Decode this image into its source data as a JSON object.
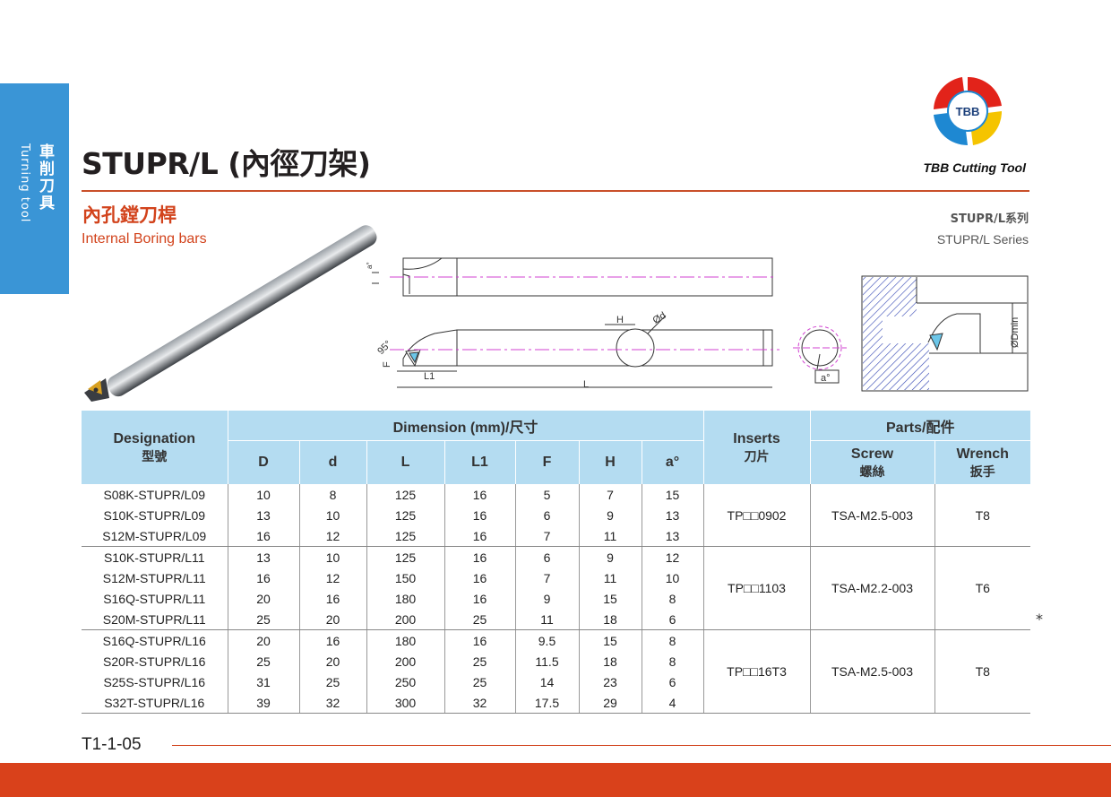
{
  "side_tab": {
    "zh": "車削刀具",
    "en": "Turning tool"
  },
  "header": {
    "title": "STUPR/L (內徑刀架)",
    "subtitle_zh": "內孔鏜刀桿",
    "subtitle_en": "Internal Boring bars",
    "series_zh": "STUPR/L系列",
    "series_en": "STUPR/L Series"
  },
  "brand": {
    "logo_text": "TBB",
    "name": "TBB Cutting Tool",
    "colors": [
      "#e2231a",
      "#f5c400",
      "#1e88d2"
    ]
  },
  "drawing_labels": {
    "a": "a°",
    "H": "H",
    "d": "Ød",
    "angle": "95°",
    "F": "F",
    "L1": "L1",
    "L": "L",
    "dmin": "ØDmin",
    "a2": "a°"
  },
  "table": {
    "header": {
      "designation": "Designation",
      "designation_zh": "型號",
      "dimension": "Dimension (mm)/尺寸",
      "cols": [
        "D",
        "d",
        "L",
        "L1",
        "F",
        "H",
        "a°"
      ],
      "inserts": "Inserts",
      "inserts_zh": "刀片",
      "parts": "Parts/配件",
      "screw": "Screw",
      "screw_zh": "螺絲",
      "wrench": "Wrench",
      "wrench_zh": "扳手"
    },
    "groups": [
      {
        "insert": "TP□□0902",
        "screw": "TSA-M2.5-003",
        "wrench": "T8",
        "rows": [
          [
            "S08K-STUPR/L09",
            "10",
            "8",
            "125",
            "16",
            "5",
            "7",
            "15"
          ],
          [
            "S10K-STUPR/L09",
            "13",
            "10",
            "125",
            "16",
            "6",
            "9",
            "13"
          ],
          [
            "S12M-STUPR/L09",
            "16",
            "12",
            "125",
            "16",
            "7",
            "11",
            "13"
          ]
        ]
      },
      {
        "insert": "TP□□1103",
        "screw": "TSA-M2.2-003",
        "wrench": "T6",
        "rows": [
          [
            "S10K-STUPR/L11",
            "13",
            "10",
            "125",
            "16",
            "6",
            "9",
            "12"
          ],
          [
            "S12M-STUPR/L11",
            "16",
            "12",
            "150",
            "16",
            "7",
            "11",
            "10"
          ],
          [
            "S16Q-STUPR/L11",
            "20",
            "16",
            "180",
            "16",
            "9",
            "15",
            "8"
          ],
          [
            "S20M-STUPR/L11",
            "25",
            "20",
            "200",
            "25",
            "11",
            "18",
            "6"
          ]
        ]
      },
      {
        "insert": "TP□□16T3",
        "screw": "TSA-M2.5-003",
        "wrench": "T8",
        "rows": [
          [
            "S16Q-STUPR/L16",
            "20",
            "16",
            "180",
            "16",
            "9.5",
            "15",
            "8"
          ],
          [
            "S20R-STUPR/L16",
            "25",
            "20",
            "200",
            "25",
            "11.5",
            "18",
            "8"
          ],
          [
            "S25S-STUPR/L16",
            "31",
            "25",
            "250",
            "25",
            "14",
            "23",
            "6"
          ],
          [
            "S32T-STUPR/L16",
            "39",
            "32",
            "300",
            "32",
            "17.5",
            "29",
            "4"
          ]
        ]
      }
    ]
  },
  "footnote_mark": "*",
  "footer": {
    "page_code": "T1-1-05"
  }
}
